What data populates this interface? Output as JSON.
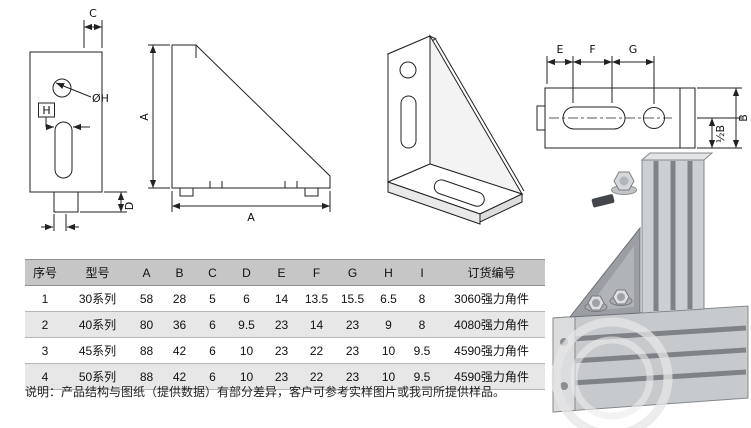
{
  "meta": {
    "background": "#ffffff",
    "line_color": "#222222",
    "table_header_bg": "#c6c6c6",
    "table_alt_row_bg": "#e7e7e7"
  },
  "drawings": {
    "front_view": {
      "dim_c": "C",
      "dim_oh": "ØH",
      "dim_h": "H",
      "dim_d": "D"
    },
    "side_view": {
      "dim_a_vertical": "A",
      "dim_a_horizontal": "A"
    },
    "top_view": {
      "dim_e": "E",
      "dim_f": "F",
      "dim_g": "G",
      "dim_b": "B",
      "dim_half_b": "½B"
    }
  },
  "table": {
    "headers": [
      "序号",
      "型号",
      "A",
      "B",
      "C",
      "D",
      "E",
      "F",
      "G",
      "H",
      "I",
      "订货编号"
    ],
    "rows": [
      [
        "1",
        "30系列",
        "58",
        "28",
        "5",
        "6",
        "14",
        "13.5",
        "15.5",
        "6.5",
        "8",
        "3060强力角件"
      ],
      [
        "2",
        "40系列",
        "80",
        "36",
        "6",
        "9.5",
        "23",
        "14",
        "23",
        "9",
        "8",
        "4080强力角件"
      ],
      [
        "3",
        "45系列",
        "88",
        "42",
        "6",
        "10",
        "23",
        "22",
        "23",
        "10",
        "9.5",
        "4590强力角件"
      ],
      [
        "4",
        "50系列",
        "88",
        "42",
        "6",
        "10",
        "23",
        "22",
        "23",
        "10",
        "9.5",
        "4590强力角件"
      ]
    ]
  },
  "note": "说明：产品结构与图纸（提供数据）有部分差异，客户可参考实样图片或我司所提供样品。"
}
